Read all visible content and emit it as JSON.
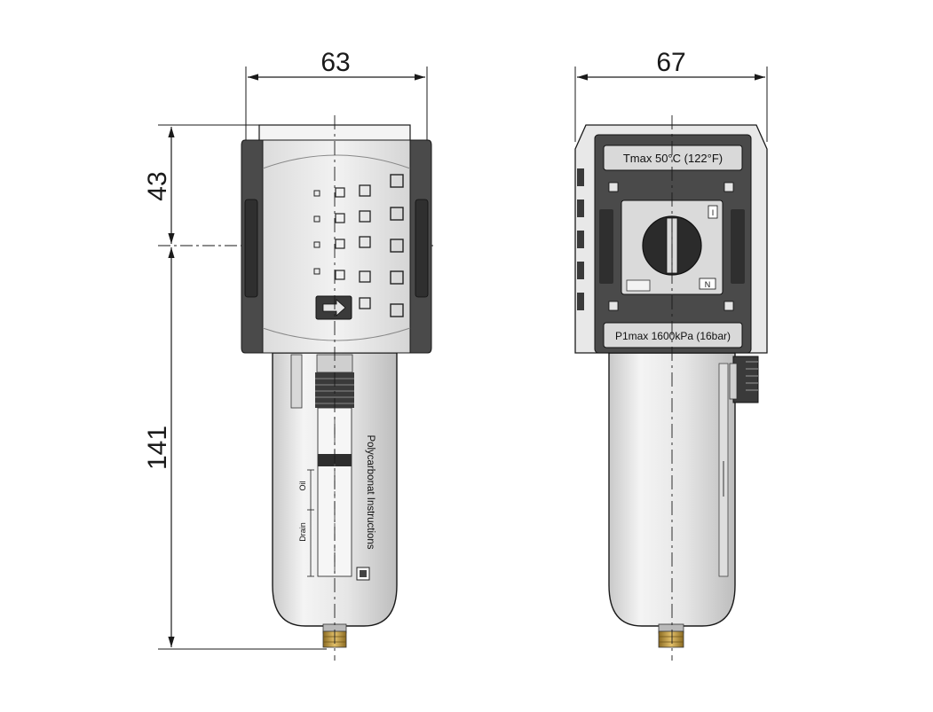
{
  "dimensions": {
    "width_front": "63",
    "width_side": "67",
    "height_head": "43",
    "height_bowl": "141"
  },
  "labels": {
    "bowl_vertical": "Polycarbonat Instructions",
    "bowl_oil": "Oil",
    "bowl_drain": "Drain",
    "tmax": "Tmax 50°C (122°F)",
    "p1max": "P1max 1600kPa (16bar)",
    "knob_marker_top": "I",
    "knob_marker_bottom": "N"
  },
  "colors": {
    "line": "#1a1a1a",
    "body_light": "#e6e6e6",
    "body_dark": "#4a4a4a",
    "bowl": "#e9e9e9",
    "brass": "#c8a24a"
  }
}
